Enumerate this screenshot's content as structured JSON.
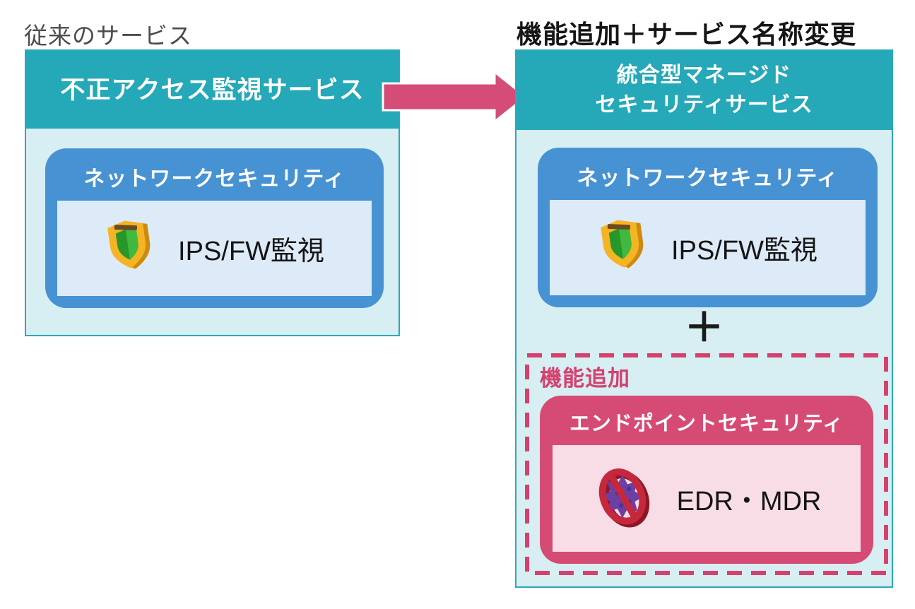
{
  "colors": {
    "teal_header": "#25a8b8",
    "teal_border": "#2ba9b9",
    "panel_bg": "#d7eef2",
    "network_blue": "#4792d2",
    "network_inner_bg": "#ddeaf7",
    "endpoint_pink": "#d64b74",
    "endpoint_inner_bg": "#f8dce6",
    "accent_pink": "#d5406e",
    "arrow_pink": "#d54c78",
    "text_dark": "#1a1a1a",
    "caption_gray": "#4c4c4c"
  },
  "left_panel": {
    "caption": "従来のサービス",
    "header": "不正アクセス監視サービス",
    "network_box": {
      "title": "ネットワークセキュリティ",
      "item_label": "IPS/FW監視",
      "icon": "shield-icon"
    }
  },
  "arrow": {
    "icon": "block-arrow-right"
  },
  "right_panel": {
    "caption": "機能追加＋サービス名称変更",
    "header_line1": "統合型マネージド",
    "header_line2": "セキュリティサービス",
    "network_box": {
      "title": "ネットワークセキュリティ",
      "item_label": "IPS/FW監視",
      "icon": "shield-icon"
    },
    "plus_sign": "＋",
    "addition_group": {
      "label": "機能追加",
      "endpoint_box": {
        "title": "エンドポイントセキュリティ",
        "item_label": "EDR・MDR",
        "icon": "blocked-virus-icon"
      }
    }
  }
}
